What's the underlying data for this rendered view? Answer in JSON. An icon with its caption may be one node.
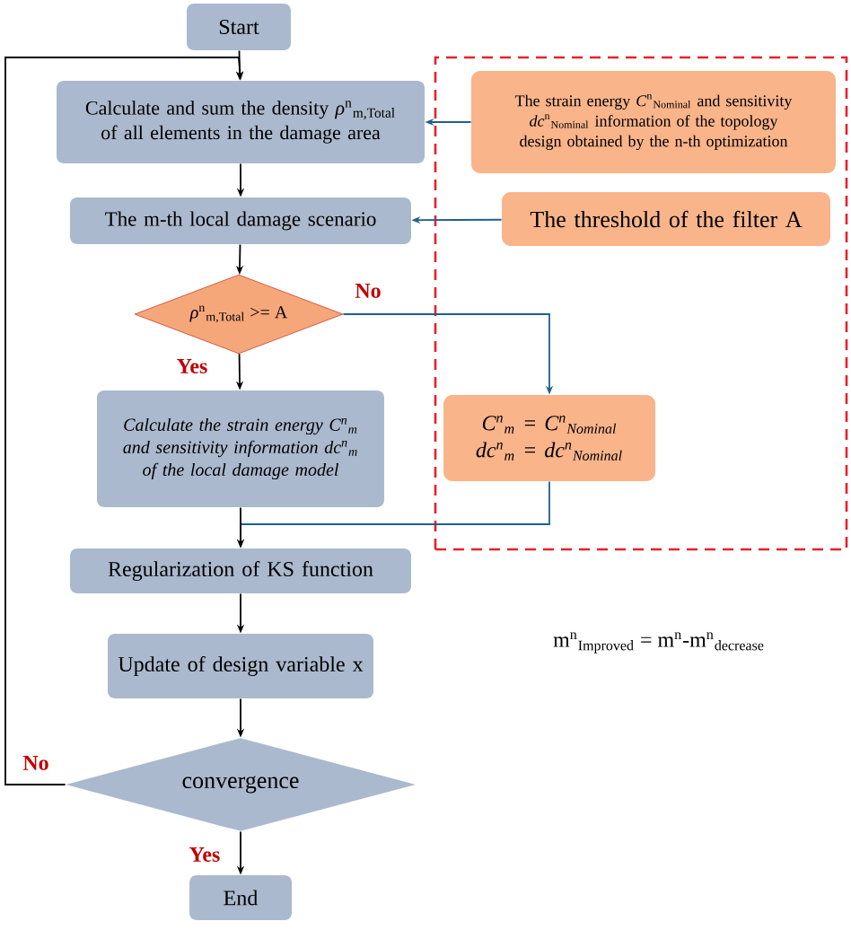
{
  "diagram": {
    "nodes": [
      {
        "text": [
          "Start"
        ]
      },
      {
        "text": [
          "Calculate and sum the density *ρ*$^{n}$$_{m,Total}$ of all elements in the damage area"
        ]
      },
      {
        "text": [
          "The m-th local damage scenario"
        ]
      },
      {
        "text": [
          "*ρ*$^{n}$$_{m,Total}$ >= A"
        ]
      },
      {
        "text": [
          "Calculate the strain energy C$^{n}$$_{m}$ and sensitivity information dc$^{n}$$_{m}$ of the local damage model"
        ]
      },
      {
        "text": [
          "Regularization of KS function"
        ]
      },
      {
        "text": [
          "Update of design variable x"
        ]
      },
      {
        "text": [
          "convergence"
        ]
      },
      {
        "text": [
          "End"
        ]
      },
      {
        "text": [],
        "shape": "box"
      },
      {
        "text": [
          "The strain energy *C*$^{n}$$_{Nominal}$ and sensitivity *dc*$^{n}$$_{Nominal}$ information of the topology design obtained by the n-th optimization"
        ],
        "in": 9
      },
      {
        "text": [
          "The threshold of the filter A"
        ],
        "in": 9
      },
      {
        "text": [
          "C$^{n}$$_{m}$ = C$^{n}$$_{Nominal}$",
          "dc$^{n}$$_{m}$ = dc$^{n}$$_{Nominal}$"
        ],
        "in": 9
      }
    ],
    "edges": [
      {
        "from": 0,
        "to": 1,
        "arrow": "to"
      },
      {
        "from": 1,
        "to": 2,
        "arrow": "to"
      },
      {
        "from": 2,
        "to": 3,
        "arrow": "to"
      },
      {
        "from": 3,
        "to": 4,
        "arrow": "to",
        "label": "Yes"
      },
      {
        "from": 3,
        "to": 12,
        "arrow": "to",
        "label": "No",
        "color": "#1f5f8b"
      },
      {
        "from": 12,
        "to": 5,
        "arrow": "to",
        "color": "#1f5f8b"
      },
      {
        "from": 4,
        "to": 5,
        "arrow": "to"
      },
      {
        "from": 5,
        "to": 6,
        "arrow": "to"
      },
      {
        "from": 6,
        "to": 7,
        "arrow": "to"
      },
      {
        "from": 7,
        "to": 8,
        "arrow": "to",
        "label": "Yes"
      },
      {
        "from": 7,
        "to": 1,
        "arrow": "to",
        "label": "No"
      },
      {
        "from": 10,
        "to": 1,
        "arrow": "to",
        "color": "#1f5f8b"
      },
      {
        "from": 11,
        "to": 2,
        "arrow": "to",
        "color": "#1f5f8b"
      }
    ],
    "labels": [
      "m$^{n}$$_{Improved}$ = m$^{n}$-m$^{n}$$_{decrease}$"
    ]
  }
}
